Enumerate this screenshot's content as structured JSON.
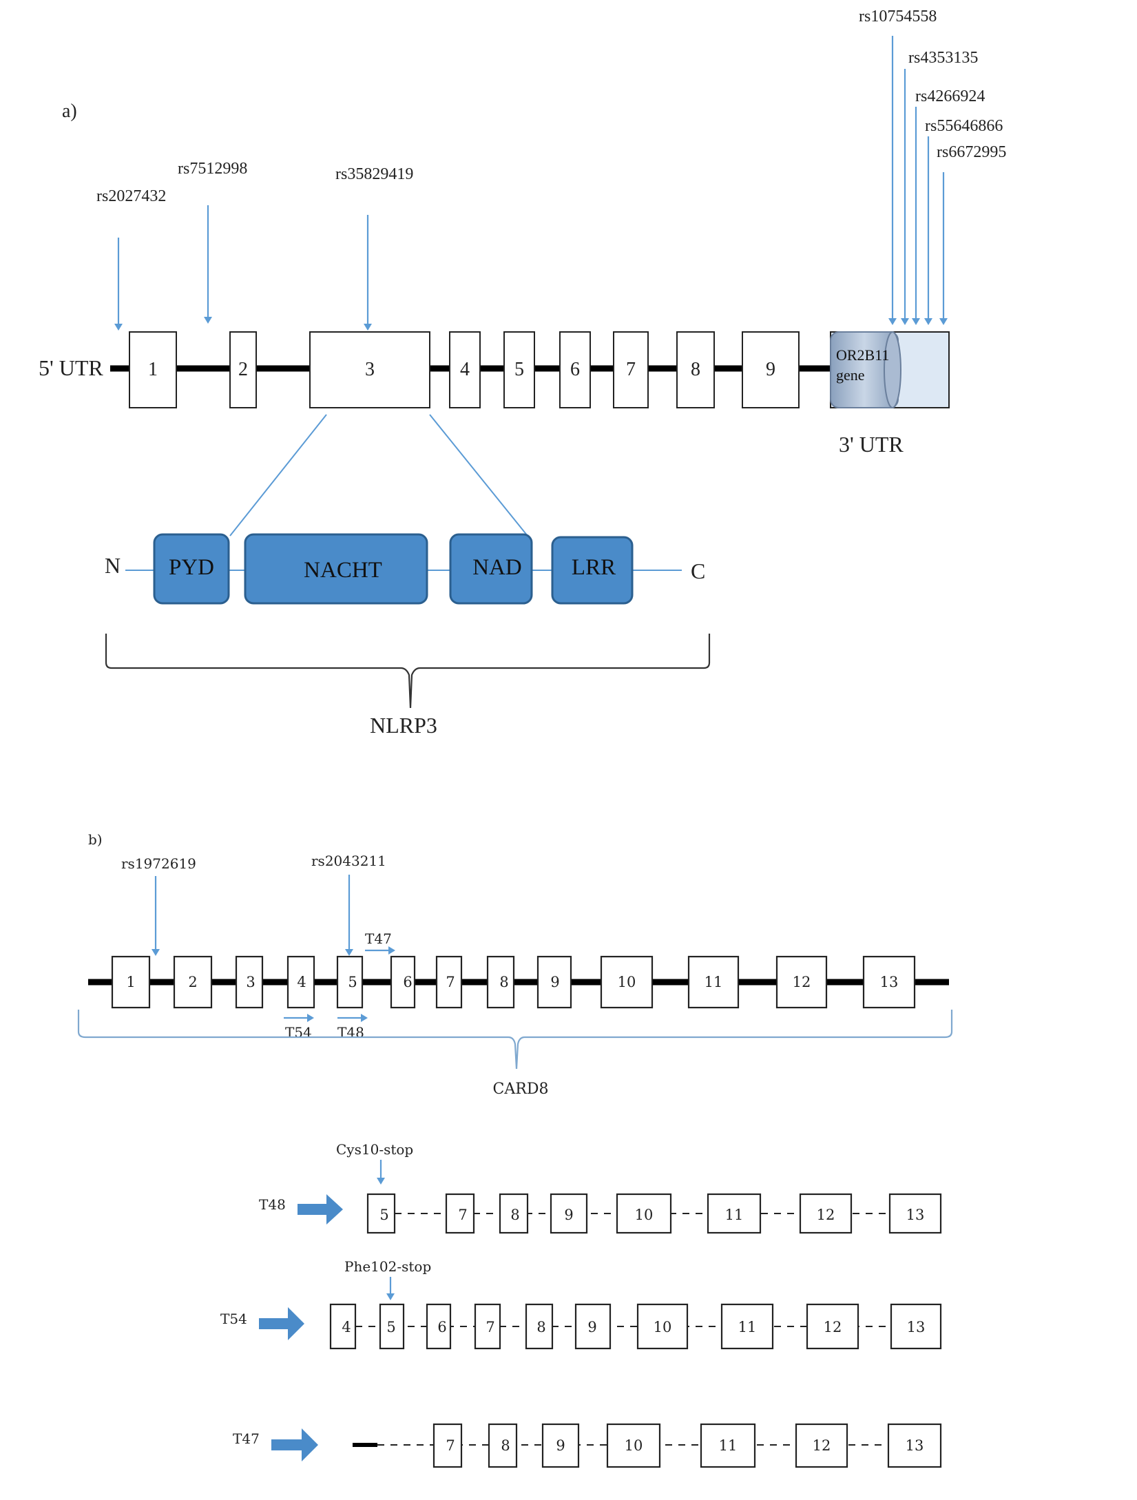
{
  "panel_a": {
    "panel_label": "a)",
    "utr5": "5' UTR",
    "utr3": "3' UTR",
    "or_gene": [
      "OR2B11",
      "gene"
    ],
    "exons": [
      "1",
      "2",
      "3",
      "4",
      "5",
      "6",
      "7",
      "8",
      "9"
    ],
    "snps": [
      "rs2027432",
      "rs7512998",
      "rs35829419",
      "rs10754558",
      "rs4353135",
      "rs4266924",
      "rs55646866",
      "rs6672995"
    ],
    "protein": {
      "n_term": "N",
      "c_term": "C",
      "domains": [
        "PYD",
        "NACHT",
        "NAD",
        "LRR"
      ],
      "name": "NLRP3"
    }
  },
  "panel_b": {
    "panel_label": "b)",
    "snps": [
      "rs1972619",
      "rs2043211"
    ],
    "exons": [
      "1",
      "2",
      "3",
      "4",
      "5",
      "6",
      "7",
      "8",
      "9",
      "10",
      "11",
      "12",
      "13"
    ],
    "primers": [
      "T47",
      "T54",
      "T48"
    ],
    "gene_name": "CARD8",
    "transcripts": [
      {
        "name": "T48",
        "mutation": "Cys10-stop",
        "exons": [
          "5",
          "7",
          "8",
          "9",
          "10",
          "11",
          "12",
          "13"
        ]
      },
      {
        "name": "T54",
        "mutation": "Phe102-stop",
        "exons": [
          "4",
          "5",
          "6",
          "7",
          "8",
          "9",
          "10",
          "11",
          "12",
          "13"
        ]
      },
      {
        "name": "T47",
        "exons": [
          "7",
          "8",
          "9",
          "10",
          "11",
          "12",
          "13"
        ]
      }
    ]
  },
  "colors": {
    "accent_blue": "#4a8bc9",
    "arrow_blue": "#5b9bd5",
    "or_gene_fill": "#dde8f4"
  }
}
